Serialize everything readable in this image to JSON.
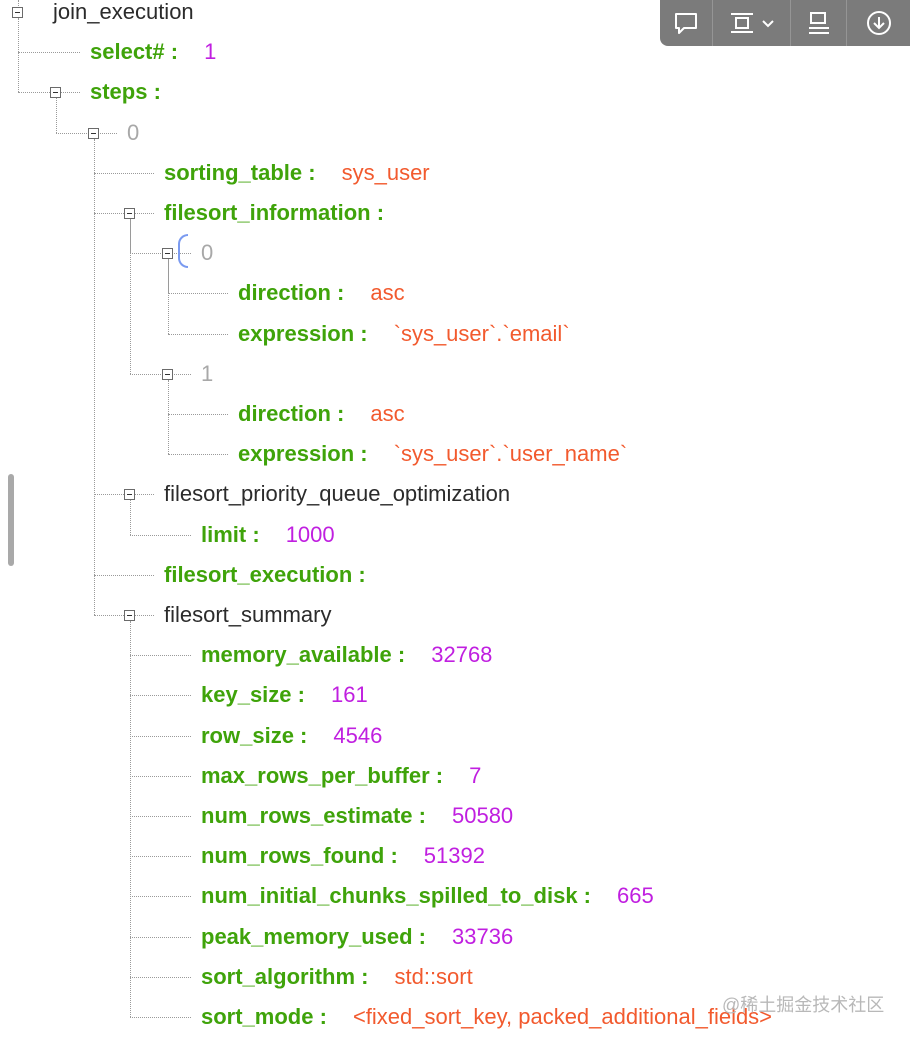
{
  "tree": [
    {
      "level": 0,
      "label": "join_execution",
      "style": "plain"
    },
    {
      "level": 1,
      "label": "select#",
      "style": "key",
      "value": "1",
      "value_type": "num"
    },
    {
      "level": 1,
      "label": "steps",
      "style": "key"
    },
    {
      "level": 2,
      "label": "0",
      "style": "index"
    },
    {
      "level": 3,
      "label": "sorting_table",
      "style": "key",
      "value": "sys_user",
      "value_type": "str"
    },
    {
      "level": 3,
      "label": "filesort_information",
      "style": "key"
    },
    {
      "level": 4,
      "label": "0",
      "style": "index"
    },
    {
      "level": 5,
      "label": "direction",
      "style": "key",
      "value": "asc",
      "value_type": "str"
    },
    {
      "level": 5,
      "label": "expression",
      "style": "key",
      "value": "`sys_user`.`email`",
      "value_type": "str"
    },
    {
      "level": 4,
      "label": "1",
      "style": "index"
    },
    {
      "level": 5,
      "label": "direction",
      "style": "key",
      "value": "asc",
      "value_type": "str"
    },
    {
      "level": 5,
      "label": "expression",
      "style": "key",
      "value": "`sys_user`.`user_name`",
      "value_type": "str"
    },
    {
      "level": 3,
      "label": "filesort_priority_queue_optimization",
      "style": "plain"
    },
    {
      "level": 4,
      "label": "limit",
      "style": "key",
      "value": "1000",
      "value_type": "num"
    },
    {
      "level": 3,
      "label": "filesort_execution",
      "style": "key"
    },
    {
      "level": 3,
      "label": "filesort_summary",
      "style": "plain"
    },
    {
      "level": 4,
      "label": "memory_available",
      "style": "key",
      "value": "32768",
      "value_type": "num"
    },
    {
      "level": 4,
      "label": "key_size",
      "style": "key",
      "value": "161",
      "value_type": "num"
    },
    {
      "level": 4,
      "label": "row_size",
      "style": "key",
      "value": "4546",
      "value_type": "num"
    },
    {
      "level": 4,
      "label": "max_rows_per_buffer",
      "style": "key",
      "value": "7",
      "value_type": "num"
    },
    {
      "level": 4,
      "label": "num_rows_estimate",
      "style": "key",
      "value": "50580",
      "value_type": "num"
    },
    {
      "level": 4,
      "label": "num_rows_found",
      "style": "key",
      "value": "51392",
      "value_type": "num"
    },
    {
      "level": 4,
      "label": "num_initial_chunks_spilled_to_disk",
      "style": "key",
      "value": "665",
      "value_type": "num"
    },
    {
      "level": 4,
      "label": "peak_memory_used",
      "style": "key",
      "value": "33736",
      "value_type": "num"
    },
    {
      "level": 4,
      "label": "sort_algorithm",
      "style": "key",
      "value": "std::sort",
      "value_type": "str"
    },
    {
      "level": 4,
      "label": "sort_mode",
      "style": "key",
      "value": "<fixed_sort_key, packed_additional_fields>",
      "value_type": "str"
    }
  ],
  "separator": " :",
  "toolbar": {
    "buttons": [
      {
        "name": "comment-button",
        "icon": "comment-icon"
      },
      {
        "name": "frame-dropdown-button",
        "icon": "frame-icon"
      },
      {
        "name": "align-button",
        "icon": "align-icon"
      },
      {
        "name": "download-button",
        "icon": "download-icon"
      }
    ]
  },
  "watermark": "@稀土掘金技术社区",
  "colors": {
    "key": "#3fa30a",
    "number": "#c01fe0",
    "string": "#f25a2e",
    "index": "#a8a8a8",
    "plain": "#2b2b2b",
    "toolbar": "#7b7b7b"
  }
}
